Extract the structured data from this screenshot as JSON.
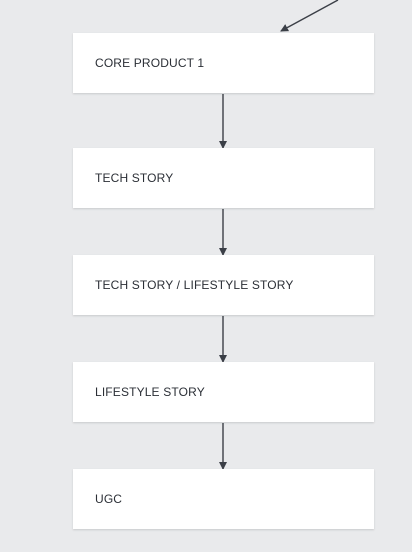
{
  "diagram": {
    "nodes": [
      {
        "id": "core-product-1",
        "label": "CORE PRODUCT 1"
      },
      {
        "id": "tech-story",
        "label": "TECH STORY"
      },
      {
        "id": "tech-lifestyle-story",
        "label": "TECH STORY / LIFESTYLE STORY"
      },
      {
        "id": "lifestyle-story",
        "label": "LIFESTYLE STORY"
      },
      {
        "id": "ugc",
        "label": "UGC"
      }
    ],
    "edges": [
      {
        "from": "external",
        "to": "core-product-1"
      },
      {
        "from": "core-product-1",
        "to": "tech-story"
      },
      {
        "from": "tech-story",
        "to": "tech-lifestyle-story"
      },
      {
        "from": "tech-lifestyle-story",
        "to": "lifestyle-story"
      },
      {
        "from": "lifestyle-story",
        "to": "ugc"
      }
    ],
    "colors": {
      "background": "#e9eaec",
      "node_fill": "#ffffff",
      "edge": "#3b3f47",
      "text": "#2b2f36"
    }
  }
}
